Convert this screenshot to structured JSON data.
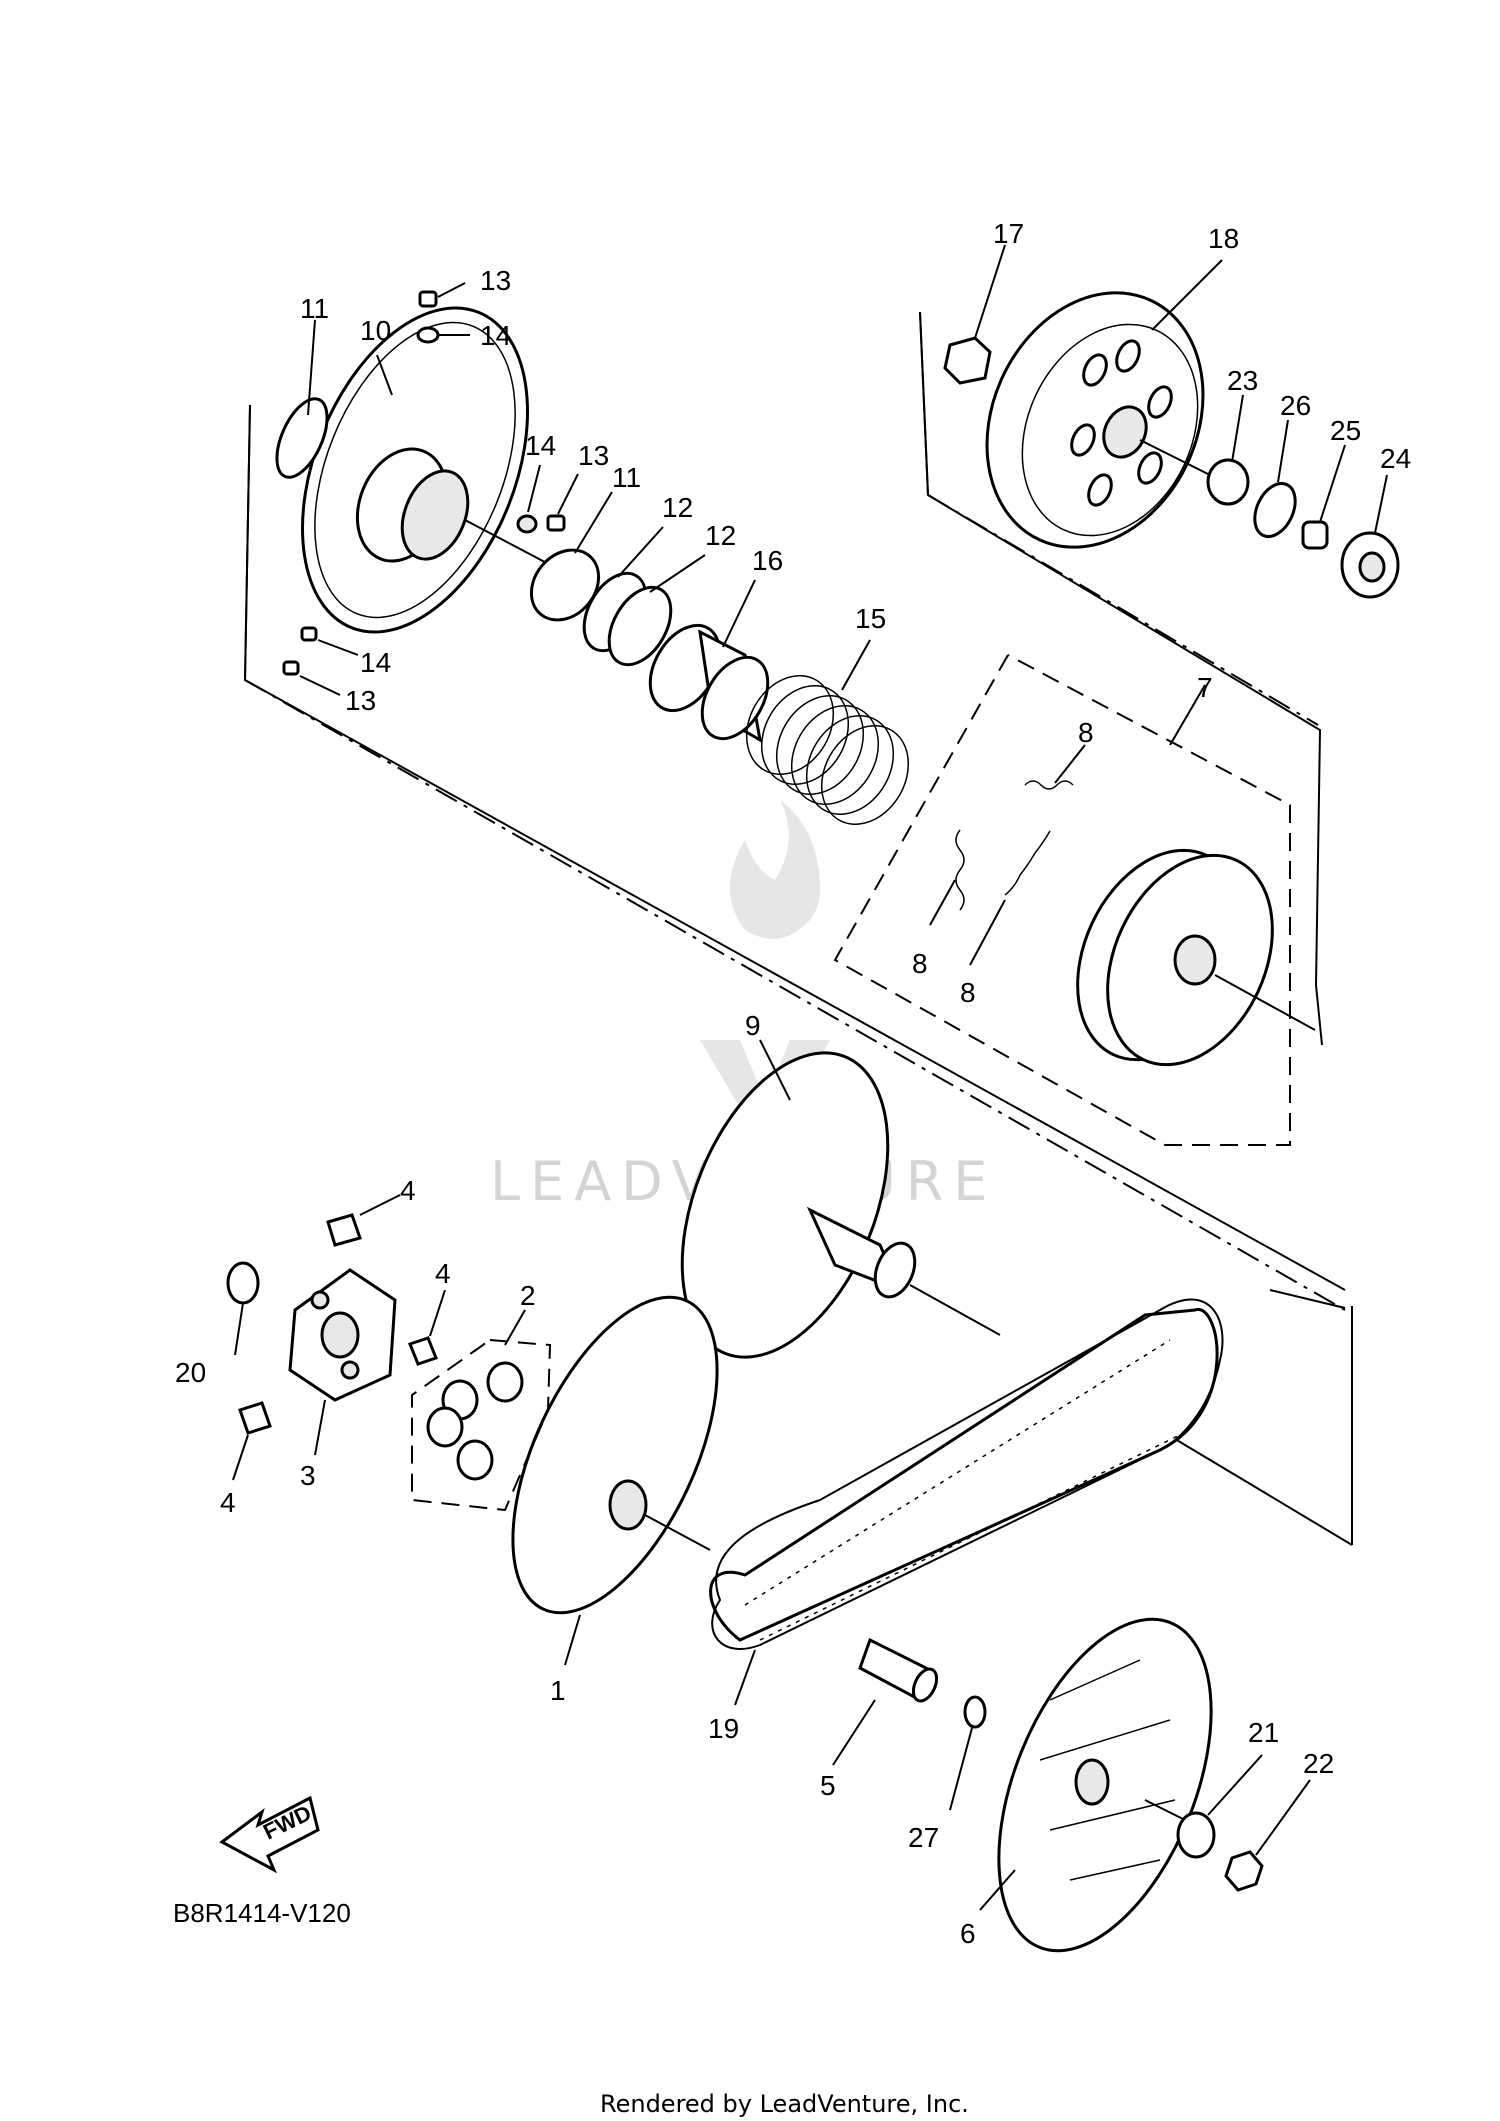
{
  "diagram": {
    "code": "B8R1414-V120",
    "footer": "Rendered by LeadVenture, Inc.",
    "watermark": "LEADVENTURE",
    "fwd_label": "FWD"
  },
  "callouts": {
    "c1": "1",
    "c2": "2",
    "c3": "3",
    "c4a": "4",
    "c4b": "4",
    "c4c": "4",
    "c5": "5",
    "c6": "6",
    "c7": "7",
    "c8a": "8",
    "c8b": "8",
    "c8c": "8",
    "c9": "9",
    "c10": "10",
    "c11a": "11",
    "c11b": "11",
    "c12a": "12",
    "c12b": "12",
    "c13a": "13",
    "c13b": "13",
    "c13c": "13",
    "c14a": "14",
    "c14b": "14",
    "c14c": "14",
    "c15": "15",
    "c16": "16",
    "c17": "17",
    "c18": "18",
    "c19": "19",
    "c20": "20",
    "c21": "21",
    "c22": "22",
    "c23": "23",
    "c24": "24",
    "c25": "25",
    "c26": "26",
    "c27": "27"
  }
}
